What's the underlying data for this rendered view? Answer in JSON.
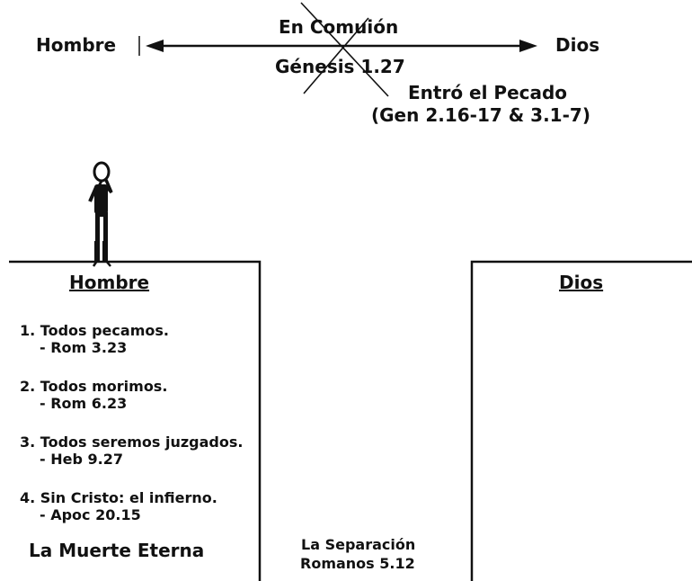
{
  "top": {
    "left_label": "Hombre",
    "right_label": "Dios",
    "above_arrow": "En Comuión",
    "below_arrow": "Génesis 1.27",
    "sin_label": "Entró el Pecado",
    "sin_refs": "(Gen 2.16-17 & 3.1-7)"
  },
  "left_cliff": {
    "title": "Hombre",
    "facts": [
      {
        "text": "1. Todos pecamos.",
        "ref": "- Rom 3.23"
      },
      {
        "text": "2. Todos morimos.",
        "ref": "- Rom 6.23"
      },
      {
        "text": "3. Todos seremos juzgados.",
        "ref": "- Heb 9.27"
      },
      {
        "text": "4. Sin Cristo: el infierno.",
        "ref": "- Apoc 20.15"
      }
    ],
    "conclusion": "La Muerte Eterna"
  },
  "right_cliff": {
    "title": "Dios"
  },
  "gap": {
    "label": "La Separación",
    "ref": "Romanos 5.12"
  }
}
